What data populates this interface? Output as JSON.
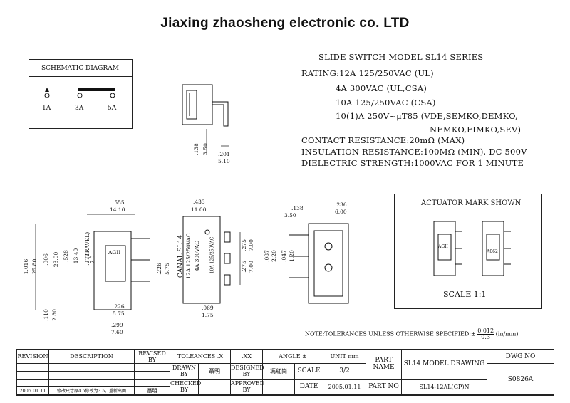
{
  "header": {
    "company": "Jiaxing zhaosheng electronic co. LTD"
  },
  "schematic": {
    "title": "SCHEMATIC DIAGRAM",
    "pins": [
      "1A",
      "3A",
      "5A"
    ]
  },
  "specs": {
    "model_line": "SLIDE SWITCH MODEL SL14   SERIES",
    "rating_1": "RATING:12A 125/250VAC (UL)",
    "rating_2": "4A 300VAC (UL,CSA)",
    "rating_3": "10A 125/250VAC (CSA)",
    "rating_4": "10(1)A 250V~μT85 (VDE,SEMKO,DEMKO,",
    "rating_5": "NEMKO,FIMKO,SEV)",
    "contact": "CONTACT RESISTANCE:20mΩ (MAX)",
    "insulation": "INSULATION RESISTANCE:100MΩ (MIN), DC 500V",
    "dielectric": "DIELECTRIC STRENGTH:1000VAC FOR 1 MINUTE"
  },
  "actuator": {
    "title": "ACTUATOR MARK SHOWN",
    "scale": "SCALE 1:1",
    "mark_left": "AGII",
    "mark_right": "A062"
  },
  "dims": {
    "side_138": ".138",
    "side_350": "3.50",
    "side_201": ".201",
    "side_510": "5.10",
    "w_555": ".555",
    "w_1410": "14.10",
    "h_1016": "1.016",
    "h_2580": "25.80",
    "h_906": ".906",
    "h_2300": "23.00",
    "h_528": ".528",
    "h_1340": "13.40",
    "travel": "(TRAVEL)",
    "h_277": ".277",
    "h_70": "7.0",
    "h_226": ".226",
    "h_575": "5.75",
    "h_110": ".110",
    "h_280": "2.80",
    "b_226": ".226",
    "b_575": "5.75",
    "b_299": ".299",
    "b_760": "7.60",
    "f_433": ".433",
    "f_1100": "11.00",
    "f_275a": ".275",
    "f_700a": "7.00",
    "f_275b": ".275",
    "f_700b": "7.00",
    "f_069": ".069",
    "f_175": "1.75",
    "r_138": ".138",
    "r_350": "3.50",
    "r_236": ".236",
    "r_600": "6.00",
    "r_087": ".087",
    "r_220": "2.20",
    "r_047": ".047",
    "r_120": "1.20",
    "mark_agii": "AGII"
  },
  "front_text": {
    "line1": "CANAL SL14",
    "line2": "12A 125/250VAC",
    "line3": "4A 300VAC",
    "line4": "10A 125/250VAC"
  },
  "note": {
    "text": "NOTE:TOLERANCES UNLESS OTHERWISE SPECIFIED:±",
    "tol_top": "0.012",
    "tol_bottom": "0.3",
    "unit": "(in/mm)"
  },
  "title_block": {
    "revision": "REVISION",
    "description": "DESCRIPTION",
    "revised_by": "REVISED BY",
    "tolerances": "TOLEANCES .X",
    "xx": ".XX",
    "angle": "ANGLE ±",
    "unit_label": "UNIT",
    "unit_val": "mm",
    "part_name_label": "PART NAME",
    "part_name": "SL14 MODEL DRAWING",
    "dwg_no_label": "DWG NO",
    "dwg_no": "S0826A",
    "drawn_by": "DRAWN BY",
    "drawn_name": "聶明",
    "designed_by": "DESIGNED BY",
    "designed_name": "馮紅崗",
    "scale_label": "SCALE",
    "scale_val": "3/2",
    "checked_by": "CHECKED BY",
    "approved_by": "APPROVED BY",
    "date_label": "DATE",
    "date_val": "2005.01.11",
    "part_no_label": "PART NO",
    "part_no": "SL14-12AL(GP)N",
    "rev_date": "2005.01.11",
    "rev_desc": "修改尺寸原4.5修改为3.5，重新出图",
    "rev_by": "聶明"
  }
}
